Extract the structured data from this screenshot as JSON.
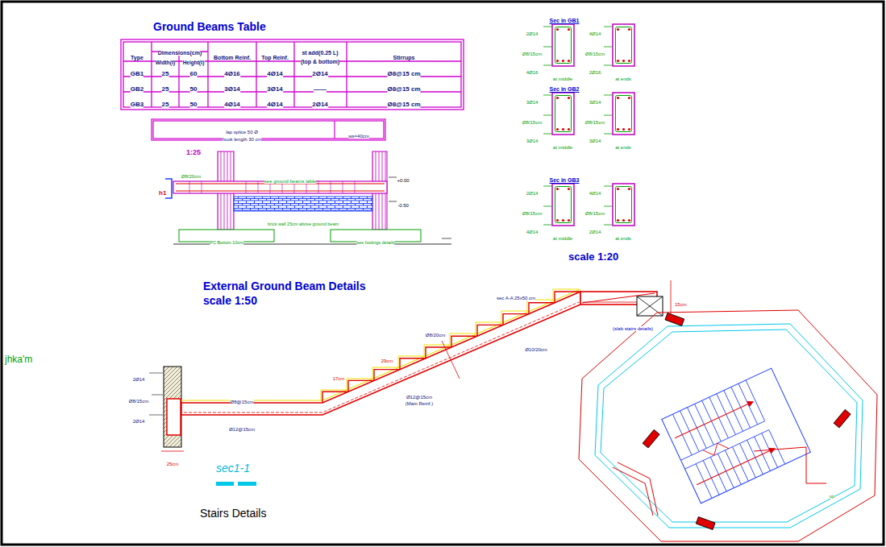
{
  "diagram": {
    "labels": [
      "Ground Beams Table",
      "Type",
      "Dimensions(cm)",
      "Width(t)",
      "Height(t)",
      "Bottom Reinf.",
      "Top Reinf.",
      "st add(0.25 L)",
      "(top & bottom)",
      "Stirrups",
      "GB1",
      "25",
      "60",
      "4Ø16",
      "4Ø14",
      "2Ø14",
      "Ø8@15 cm",
      "GB2",
      "25",
      "50",
      "3Ø14",
      "3Ø14",
      "——",
      "Ø8@15 cm",
      "GB3",
      "25",
      "50",
      "4Ø14",
      "4Ø14",
      "2Ø14",
      "Ø8@15 cm",
      "lap splice 50 Ø",
      "hook length 30 cm",
      "ws=40cm",
      "1:25",
      "Ø8/20cm",
      "see ground beams table",
      "+0.00",
      "-0.50",
      "h1",
      "brick wall 25cm above ground beam",
      "PC Bottom 10cm",
      "see footings details",
      "Sec in GB1",
      "2Ø14",
      "Ø8/15cm",
      "4Ø16",
      "at middle",
      "4Ø14",
      "Ø8/15cm",
      "2Ø16",
      "at ends",
      "Sec in GB2",
      "3Ø14",
      "Ø8/15cm",
      "3Ø14",
      "at middle",
      "3Ø14",
      "Ø8/15cm",
      "3Ø14",
      "at ends",
      "Sec in GB3",
      "2Ø14",
      "Ø8/15cm",
      "4Ø14",
      "at middle",
      "4Ø14",
      "Ø8/15cm",
      "2Ø14",
      "at ends",
      "scale 1:20",
      "External Ground Beam Details",
      "scale 1:50",
      "jhka'm",
      "2Ø14",
      "Ø8/15cm",
      "2Ø14",
      "25cm",
      "Ø8@15cm",
      "Ø12@15cm",
      "17cm",
      "29cm",
      "Ø8/20cm",
      "Ø12@15cm",
      "(Main Reinf.)",
      "Ø10/20cm",
      "sec A-A 25x50 cm",
      "(slab stairs details)",
      "15cm",
      "sec1-1",
      "Stairs Details",
      "up"
    ]
  }
}
